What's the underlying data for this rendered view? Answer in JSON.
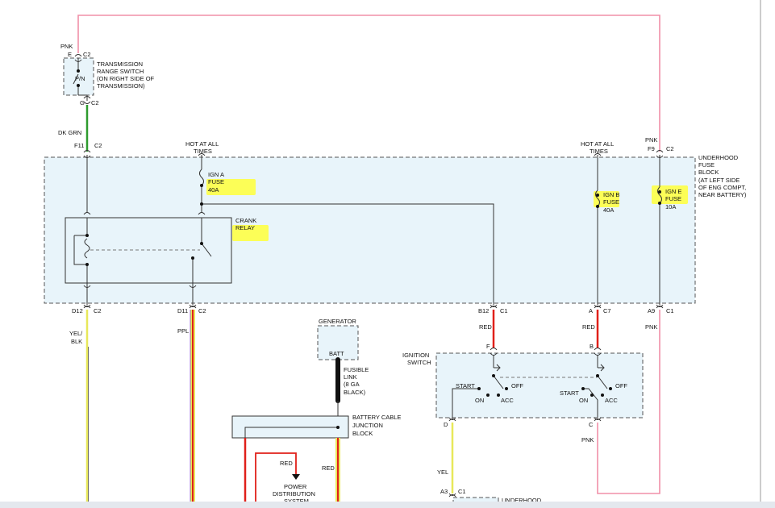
{
  "colors": {
    "pink": "#f08fa8",
    "green": "#2e9b2e",
    "yellow": "#e8e85a",
    "red": "#e0201a",
    "black": "#111111",
    "purple": "#8a4fd0",
    "highlight": "#ffff3a",
    "box_fill": "#e8f4fa"
  },
  "top": {
    "pnk_left": "PNK",
    "e": "E",
    "c2_e": "C2",
    "trs_line1": "TRANSMISSION",
    "trs_line2": "RANGE SWITCH",
    "trs_line3": "(ON RIGHT SIDE OF",
    "trs_line4": "TRANSMISSION)",
    "pn": "P/N",
    "g": "G",
    "c2_g": "C2",
    "dkgrn": "DK GRN"
  },
  "fuse_block": {
    "f11": "F11",
    "c2_f11": "C2",
    "hot1_line1": "HOT AT ALL",
    "hot1_line2": "TIMES",
    "hot2_line1": "HOT AT ALL",
    "hot2_line2": "TIMES",
    "pnk_right": "PNK",
    "f9": "F9",
    "c2_f9": "C2",
    "ufb_line1": "UNDERHOOD",
    "ufb_line2": "FUSE",
    "ufb_line3": "BLOCK",
    "ufb_line4": "(AT LEFT SIDE",
    "ufb_line5": "OF ENG COMPT,",
    "ufb_line6": "NEAR BATTERY)",
    "igna_line1": "IGN A",
    "igna_line2": "FUSE",
    "igna_line3": "40A",
    "ignb_line1": "IGN B",
    "ignb_line2": "FUSE",
    "ignb_line3": "40A",
    "igne_line1": "IGN E",
    "igne_line2": "FUSE",
    "igne_line3": "10A",
    "crank_line1": "CRANK",
    "crank_line2": "RELAY",
    "d12": "D12",
    "c2_d12": "C2",
    "d11": "D11",
    "c2_d11": "C2",
    "b12": "B12",
    "c1_b12": "C1",
    "a": "A",
    "c7_a": "C7",
    "a9": "A9",
    "c1_a9": "C1"
  },
  "lower": {
    "yel_blk_line1": "YEL/",
    "yel_blk_line2": "BLK",
    "ppl": "PPL",
    "red_b12": "RED",
    "red_a": "RED",
    "pnk_a9": "PNK",
    "gen": "GENERATOR",
    "batt": "BATT",
    "fl_line1": "FUSIBLE",
    "fl_line2": "LINK",
    "fl_line3": "(8 GA",
    "fl_line4": "BLACK)",
    "bcj_line1": "BATTERY CABLE",
    "bcj_line2": "JUNCTION",
    "bcj_line3": "BLOCK",
    "red_pds": "RED",
    "red_right": "RED",
    "pds_line1": "POWER",
    "pds_line2": "DISTRIBUTION",
    "pds_line3": "SYSTEM",
    "ign_line1": "IGNITION",
    "ign_line2": "SWITCH",
    "f": "F",
    "b": "B",
    "start1": "START",
    "off1": "OFF",
    "on1": "ON",
    "acc1": "ACC",
    "start2": "START",
    "off2": "OFF",
    "on2": "ON",
    "acc2": "ACC",
    "d": "D",
    "c": "C",
    "yel": "YEL",
    "pnk_c": "PNK",
    "a3": "A3",
    "c1_a3": "C1",
    "underhood_bottom": "UNDERHOOD"
  }
}
